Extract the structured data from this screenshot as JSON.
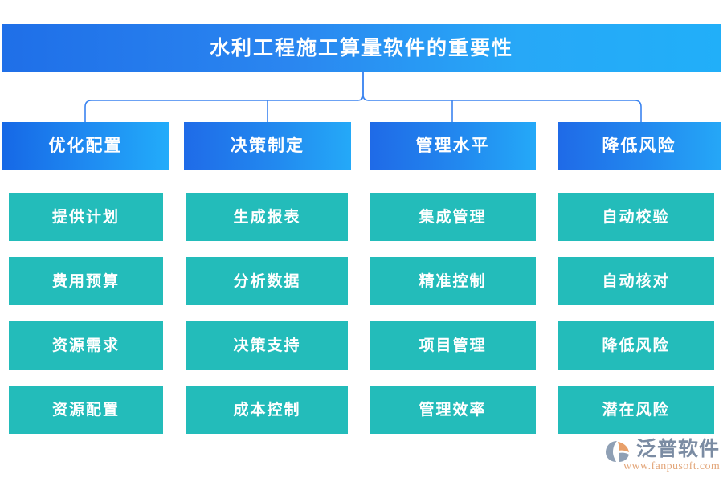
{
  "title": {
    "text": "水利工程施工算量软件的重要性"
  },
  "colors": {
    "title_gradient_start": "#1f6fe8",
    "title_gradient_end": "#21aff9",
    "category_gradient_start": "#1f6ae7",
    "category_gradient_end": "#24a9f8",
    "item_fill": "#23bcba",
    "connector_line": "#2f7ff0",
    "logo_brand_text": "#7b8ca3",
    "logo_url_text": "#e3a77b",
    "logo_mark_primary": "#8fa0b5",
    "logo_mark_accent": "#e8a06a"
  },
  "categories": [
    {
      "label": "优化配置",
      "items": [
        "提供计划",
        "费用预算",
        "资源需求",
        "资源配置"
      ]
    },
    {
      "label": "决策制定",
      "items": [
        "生成报表",
        "分析数据",
        "决策支持",
        "成本控制"
      ]
    },
    {
      "label": "管理水平",
      "items": [
        "集成管理",
        "精准控制",
        "项目管理",
        "管理效率"
      ]
    },
    {
      "label": "降低风险",
      "items": [
        "自动校验",
        "自动核对",
        "降低风险",
        "潜在风险"
      ]
    }
  ],
  "logo": {
    "brand": "泛普软件",
    "url": "www.fanpusoft.com"
  }
}
